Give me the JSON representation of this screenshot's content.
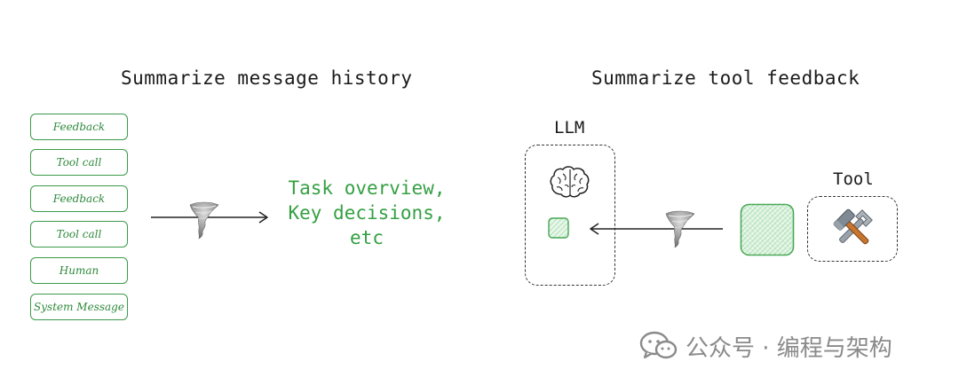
{
  "left_section": {
    "title": "Summarize message history",
    "messages": [
      "Feedback",
      "Tool call",
      "Feedback",
      "Tool call",
      "Human",
      "System Message"
    ],
    "result_lines": [
      "Task overview,",
      "Key decisions,",
      "etc"
    ]
  },
  "right_section": {
    "title": "Summarize tool feedback",
    "llm_label": "LLM",
    "tool_label": "Tool"
  },
  "watermark": {
    "text": "公众号 · 编程与架构"
  },
  "icons": {
    "brain": "brain-icon",
    "tornado": "tornado-icon",
    "tools": "hammer-wrench-icon",
    "wechat": "wechat-icon"
  },
  "colors": {
    "accent_green": "#3b9a4a",
    "text_green": "#35a043",
    "dark": "#1a1a1a",
    "watermark_gray": "#8a8a8a"
  }
}
